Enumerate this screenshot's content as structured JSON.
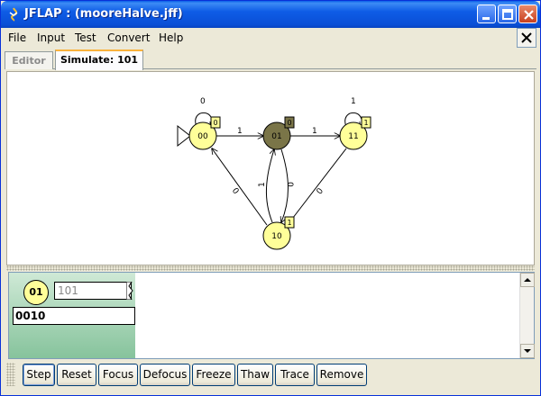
{
  "window": {
    "title": "JFLAP : (mooreHalve.jff)"
  },
  "menu": {
    "items": [
      "File",
      "Input",
      "Test",
      "Convert",
      "Help"
    ]
  },
  "tabs": [
    {
      "label": "Editor",
      "active": false
    },
    {
      "label": "Simulate: 101",
      "active": true
    }
  ],
  "automaton": {
    "states": [
      {
        "name": "00",
        "output": "0",
        "initial": true,
        "current": false
      },
      {
        "name": "01",
        "output": "0",
        "initial": false,
        "current": true
      },
      {
        "name": "11",
        "output": "1",
        "initial": false,
        "current": false
      },
      {
        "name": "10",
        "output": "1",
        "initial": false,
        "current": false
      }
    ],
    "transitions": [
      {
        "from": "00",
        "to": "00",
        "label": "0"
      },
      {
        "from": "00",
        "to": "01",
        "label": "1"
      },
      {
        "from": "01",
        "to": "11",
        "label": "1"
      },
      {
        "from": "11",
        "to": "11",
        "label": "1"
      },
      {
        "from": "11",
        "to": "10",
        "label": "0"
      },
      {
        "from": "01",
        "to": "10",
        "label": "0"
      },
      {
        "from": "10",
        "to": "01",
        "label": "1"
      },
      {
        "from": "10",
        "to": "00",
        "label": "0"
      }
    ],
    "colors": {
      "state_fill": "#ffff99",
      "current_fill": "#7a7548",
      "output_badge": "#ffff99",
      "current_badge": "#7a7548"
    }
  },
  "configuration": {
    "state": "01",
    "remaining_input": "101",
    "output": "0010"
  },
  "buttons": [
    "Step",
    "Reset",
    "Focus",
    "Defocus",
    "Freeze",
    "Thaw",
    "Trace",
    "Remove"
  ]
}
